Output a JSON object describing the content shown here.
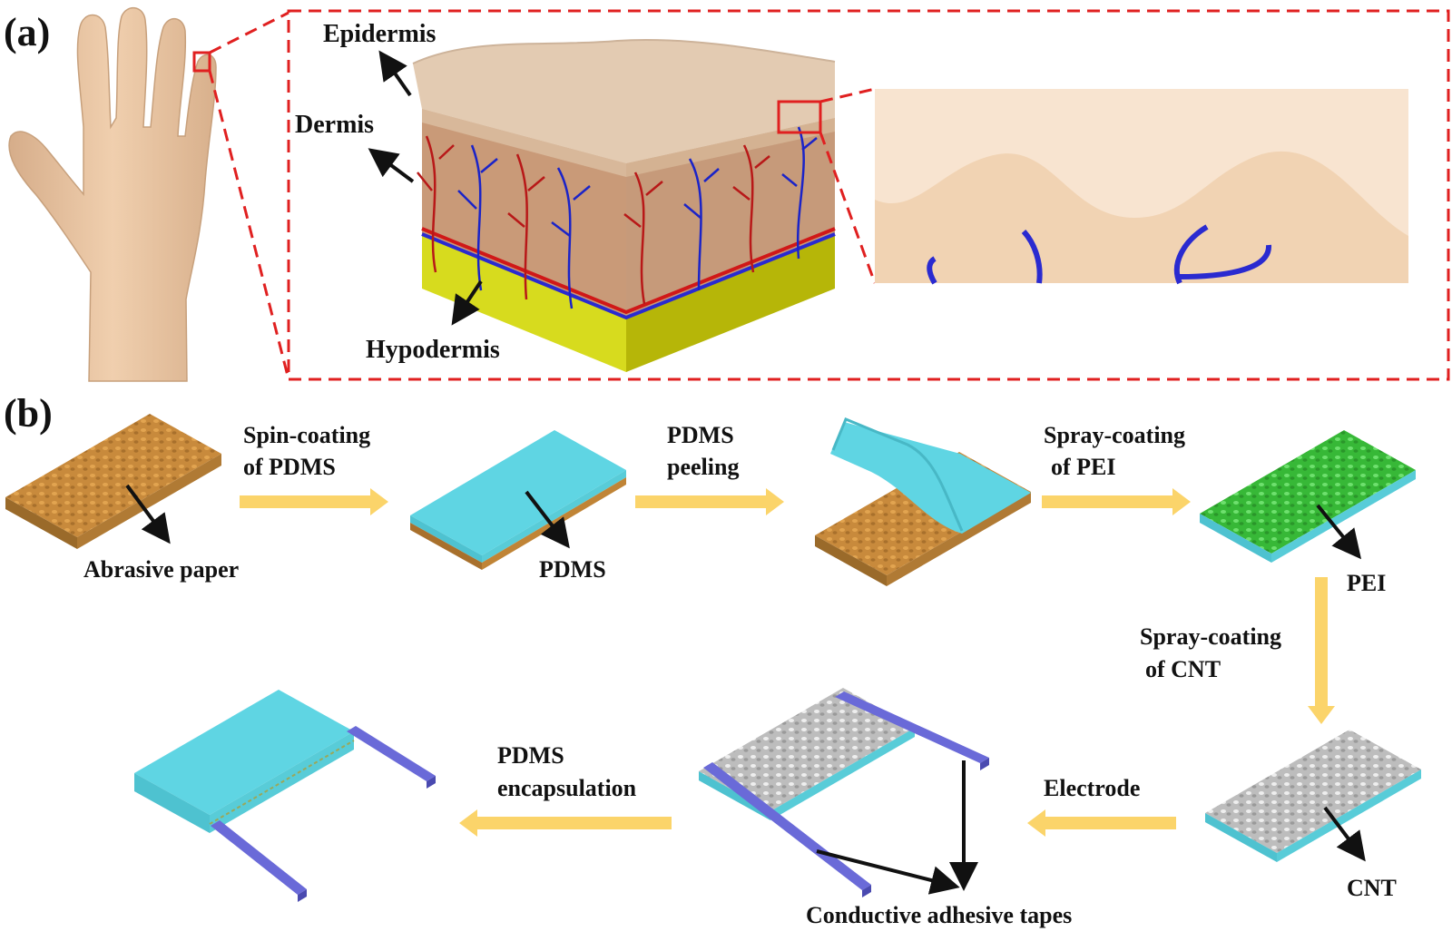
{
  "panel_a": {
    "label": "(a)",
    "layers": {
      "epidermis": "Epidermis",
      "dermis": "Dermis",
      "hypodermis": "Hypodermis"
    }
  },
  "panel_b": {
    "label": "(b)",
    "steps": {
      "spin_coating_line1": "Spin-coating",
      "spin_coating_line2": "of PDMS",
      "peeling_line1": "PDMS",
      "peeling_line2": "peeling",
      "spray_pei_line1": "Spray-coating",
      "spray_pei_line2": "of PEI",
      "spray_cnt_line1": "Spray-coating",
      "spray_cnt_line2": "of CNT",
      "electrode": "Electrode",
      "encapsulation_line1": "PDMS",
      "encapsulation_line2": "encapsulation"
    },
    "materials": {
      "abrasive_paper": "Abrasive paper",
      "pdms": "PDMS",
      "pei": "PEI",
      "cnt": "CNT",
      "tapes": "Conductive adhesive tapes"
    }
  },
  "colors": {
    "frame_dash": "#e02020",
    "arrow": "#fbd46a",
    "pdms": "#5fd5e3",
    "abrasive": "#c88a3c",
    "pei": "#3fc43f",
    "cnt": "#c9c9c9",
    "electrode": "#6a6ad8",
    "hypodermis": "#d8dc1e",
    "skin": "#e4c4a4",
    "artery": "#c01818",
    "vein": "#1a23c8"
  }
}
